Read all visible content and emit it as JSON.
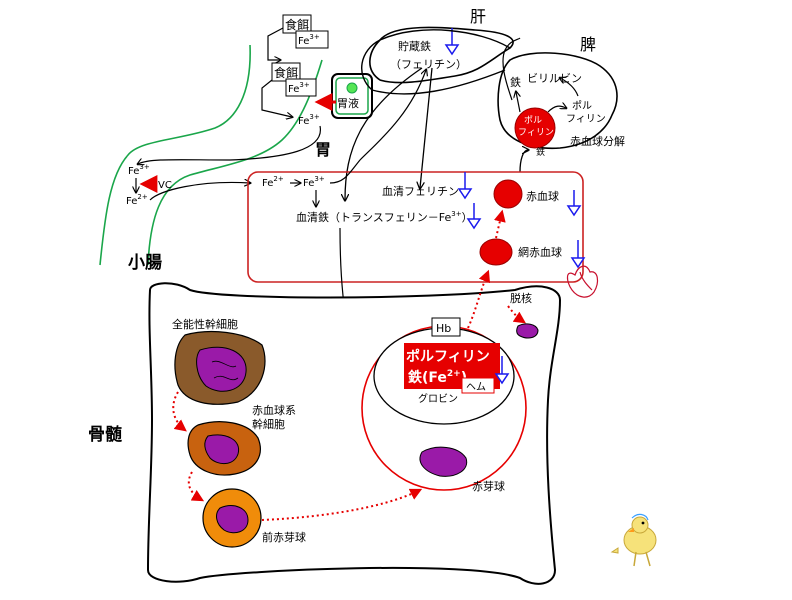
{
  "organs": {
    "liver": "肝",
    "spleen": "脾",
    "stomach": "胃",
    "small_intestine": "小腸",
    "bone_marrow": "骨髄"
  },
  "food": {
    "label": "食餌",
    "iron": "Fe",
    "charge": "3+"
  },
  "iron_labels": {
    "fe": "Fe",
    "plus2": "2+",
    "plus3": "3+",
    "fe3_mark": "Fe",
    "vc": "VC"
  },
  "gastric_juice": "胃液",
  "liver_storage": {
    "line1": "貯蔵鉄",
    "line2": "（フェリチン）"
  },
  "spleen_items": {
    "iron": "鉄",
    "bilirubin": "ビリルビン",
    "porphyrin_cell": [
      "ポル",
      "フィリン"
    ],
    "porphyrin_out": [
      "ポル",
      "フィリン"
    ],
    "cell_iron": "鉄",
    "breakdown": "赤血球分解"
  },
  "blood": {
    "serum_ferritin": "血清フェリチン",
    "serum_iron": "血清鉄（トランスフェリン－Fe",
    "serum_iron_charge": "3+",
    "serum_iron_close": "）",
    "rbc": "赤血球",
    "reticulocyte": "網赤血球"
  },
  "marrow": {
    "stem": "全能性幹細胞",
    "erythroid_line1": "赤血球系",
    "erythroid_line2": "幹細胞",
    "proerythroblast": "前赤芽球",
    "erythroblast": "赤芽球",
    "enucleation": "脱核"
  },
  "hemoglobin": {
    "hb": "Hb",
    "porphyrin": "ポルフィリン",
    "iron": "鉄(Fe",
    "iron_charge": "2+",
    "iron_close": ")",
    "heme": "ヘム",
    "globin": "グロビン"
  },
  "colors": {
    "red": "#e60000",
    "circulation_box": "#cc2222",
    "arrow_blue": "#1a1aee",
    "green_line": "#1aa64a",
    "stem_brown": "#8a5a2b",
    "erythroid_orange": "#c8620f",
    "pro_orange": "#f08c0a",
    "nucleus": "#9a1aa8"
  }
}
